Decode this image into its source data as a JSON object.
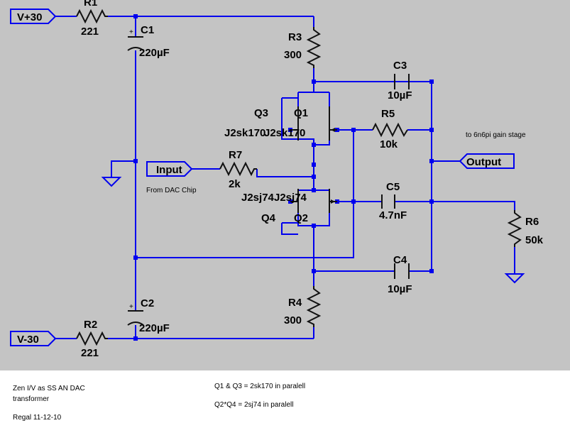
{
  "ports": {
    "vplus": "V+30",
    "vminus": "V-30",
    "input": "Input",
    "output": "Output"
  },
  "components": {
    "r1": {
      "name": "R1",
      "value": "221"
    },
    "r2": {
      "name": "R2",
      "value": "221"
    },
    "r3": {
      "name": "R3",
      "value": "300"
    },
    "r4": {
      "name": "R4",
      "value": "300"
    },
    "r5": {
      "name": "R5",
      "value": "10k"
    },
    "r6": {
      "name": "R6",
      "value": "50k"
    },
    "r7": {
      "name": "R7",
      "value": "2k"
    },
    "c1": {
      "name": "C1",
      "value": "220µF"
    },
    "c2": {
      "name": "C2",
      "value": "220µF"
    },
    "c3": {
      "name": "C3",
      "value": "10µF"
    },
    "c4": {
      "name": "C4",
      "value": "10µF"
    },
    "c5": {
      "name": "C5",
      "value": "4.7nF"
    },
    "q1": {
      "name": "Q1",
      "value": "J2sk170"
    },
    "q3": {
      "name": "Q3",
      "value": "J2sk170"
    },
    "q2": {
      "name": "Q2",
      "value": "J2sj74"
    },
    "q4": {
      "name": "Q4",
      "value": "J2sj74"
    }
  },
  "annotations": {
    "from_dac": "From DAC Chip",
    "gain_stage": "to 6n6pi gain stage"
  },
  "notes": {
    "title_line1": "Zen I/V as SS AN DAC",
    "title_line2": "transformer",
    "author_date": "Regal   11-12-10",
    "note1": "Q1 & Q3 = 2sk170 in paralell",
    "note2": "Q2*Q4 = 2sj74 in paralell"
  }
}
